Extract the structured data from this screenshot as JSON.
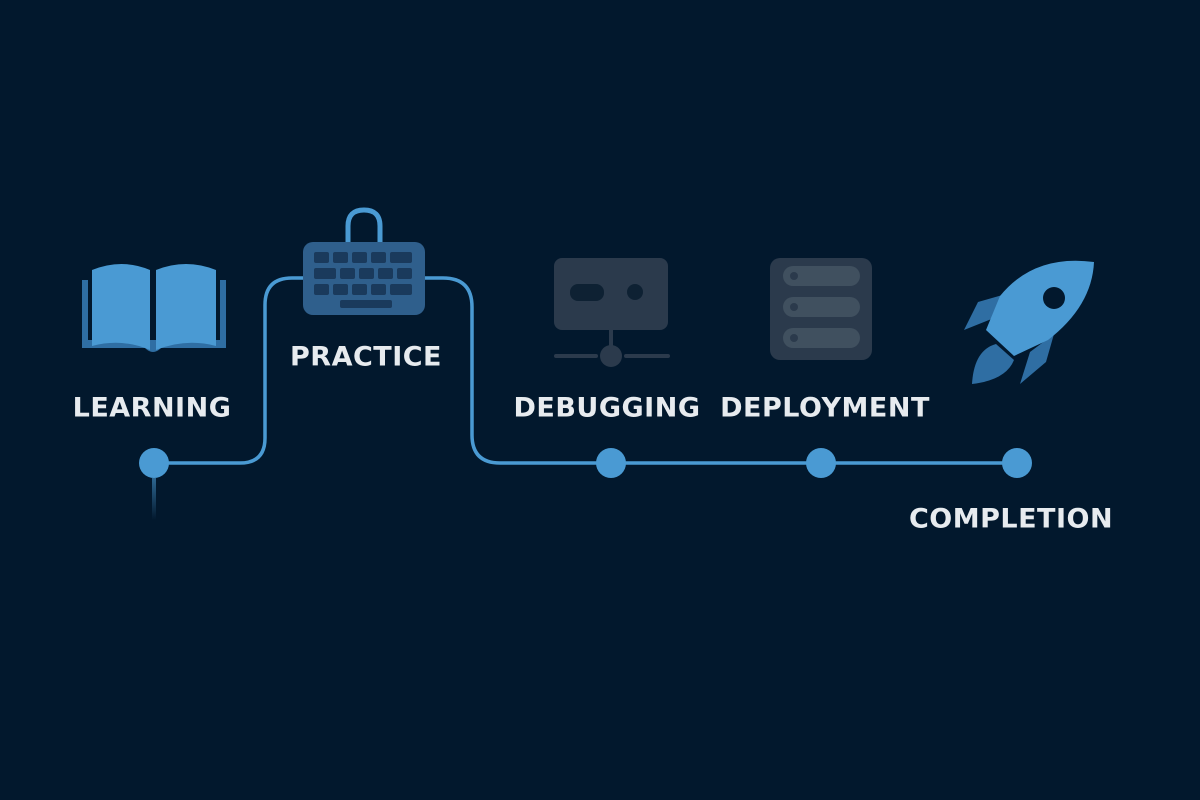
{
  "stages": [
    {
      "id": "learning",
      "label": "LEARNING",
      "icon": "open-book-icon"
    },
    {
      "id": "practice",
      "label": "PRACTICE",
      "icon": "keyboard-icon"
    },
    {
      "id": "debugging",
      "label": "DEBUGGING",
      "icon": "debug-device-icon"
    },
    {
      "id": "deployment",
      "label": "DEPLOYMENT",
      "icon": "server-icon"
    },
    {
      "id": "completion",
      "label": "COMPLETION",
      "icon": "rocket-icon"
    }
  ],
  "colors": {
    "background": "#02182d",
    "accent": "#4a9ad3",
    "accent_dark": "#2f6ea3",
    "muted_icon": "#2b3a4c",
    "label_text": "#e7ebef"
  }
}
